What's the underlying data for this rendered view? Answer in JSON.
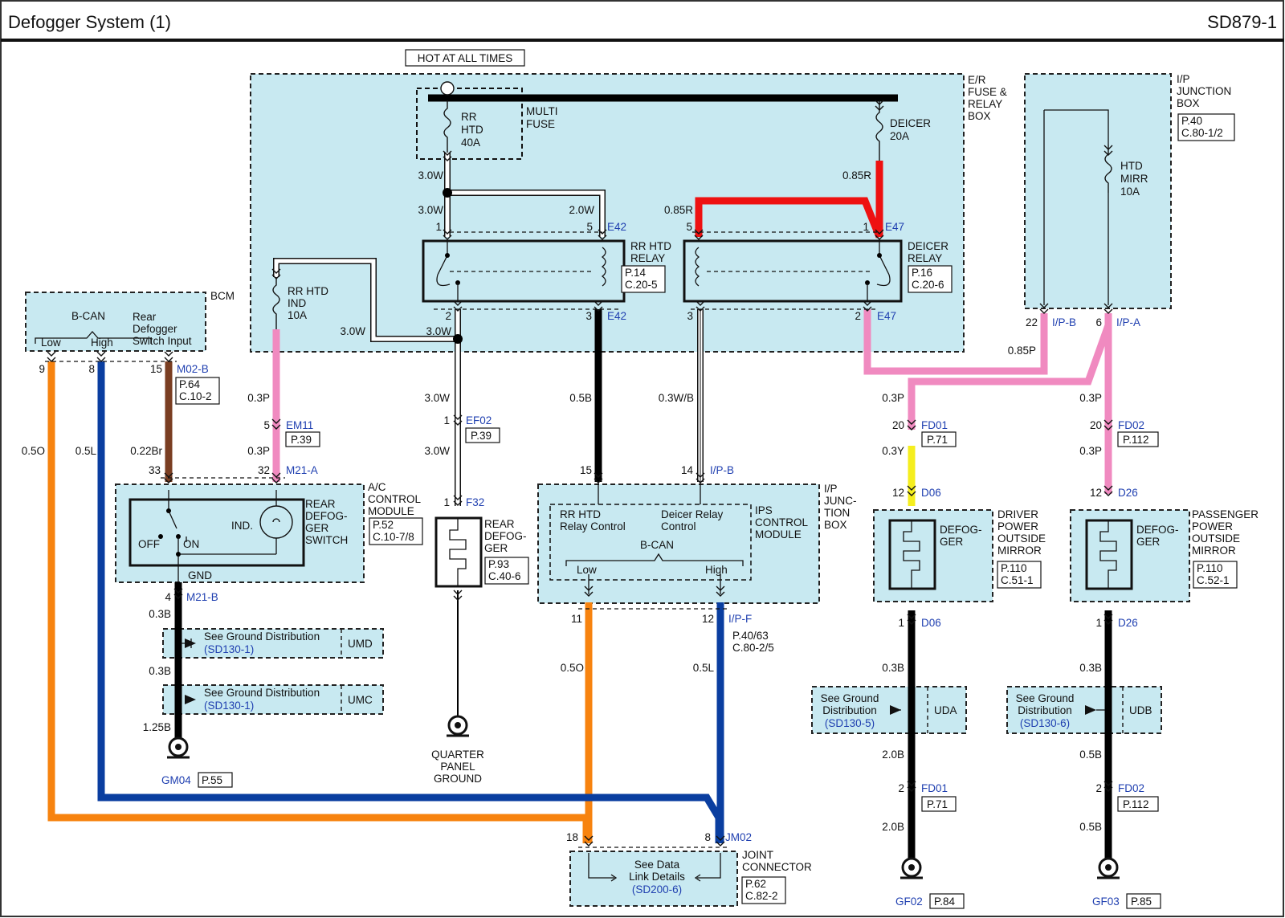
{
  "header": {
    "title": "Defogger System (1)",
    "code": "SD879-1"
  },
  "labels": {
    "hot_at_all_times": "HOT AT ALL TIMES",
    "multi_fuse": [
      "MULTI",
      "FUSE"
    ],
    "rr_htd_fuse": [
      "RR",
      "HTD",
      "40A"
    ],
    "er_box": [
      "E/R",
      "FUSE &",
      "RELAY",
      "BOX"
    ],
    "deicer_fuse": [
      "DEICER",
      "20A"
    ],
    "ip_junction_box": [
      "I/P",
      "JUNCTION",
      "BOX"
    ],
    "ip_junction_ref": [
      "P.40",
      "C.80-1/2"
    ],
    "htd_mirr_fuse": [
      "HTD",
      "MIRR",
      "10A"
    ],
    "rr_htd_relay": [
      "RR HTD",
      "RELAY"
    ],
    "rr_htd_relay_ref": [
      "P.14",
      "C.20-5"
    ],
    "deicer_relay": [
      "DEICER",
      "RELAY"
    ],
    "deicer_relay_ref": [
      "P.16",
      "C.20-6"
    ],
    "rr_htd_ind_fuse": [
      "RR HTD",
      "IND",
      "10A"
    ],
    "bcm": "BCM",
    "b_can": "B-CAN",
    "low": "Low",
    "high": "High",
    "rear_defogger_switch_input": [
      "Rear",
      "Defogger",
      "Switch Input"
    ],
    "ac_control_module": [
      "A/C",
      "CONTROL",
      "MODULE"
    ],
    "ac_ref": [
      "P.52",
      "C.10-7/8"
    ],
    "rear_defog_switch": [
      "REAR",
      "DEFOG-",
      "GER",
      "SWITCH"
    ],
    "ind": "IND.",
    "off": "OFF",
    "on": "ON",
    "gnd": "GND",
    "rear_defogger": [
      "REAR",
      "DEFOG-",
      "GER"
    ],
    "rear_defogger_ref": [
      "P.93",
      "C.40-6"
    ],
    "quarter_panel_ground": [
      "QUARTER",
      "PANEL",
      "GROUND"
    ],
    "rr_htd_relay_control": [
      "RR HTD",
      "Relay Control"
    ],
    "deicer_relay_control": [
      "Deicer Relay",
      "Control"
    ],
    "ips_control_module": [
      "IPS",
      "CONTROL",
      "MODULE"
    ],
    "ip_junc_box2": [
      "I/P",
      "JUNC-",
      "TION",
      "BOX"
    ],
    "ipf_ref": [
      "P.40/63",
      "C.80-2/5"
    ],
    "defogger": [
      "DEFOG-",
      "GER"
    ],
    "driver_mirror": [
      "DRIVER",
      "POWER",
      "OUTSIDE",
      "MIRROR"
    ],
    "driver_mirror_ref": [
      "P.110",
      "C.51-1"
    ],
    "passenger_mirror": [
      "PASSENGER",
      "POWER",
      "OUTSIDE",
      "MIRROR"
    ],
    "passenger_mirror_ref": [
      "P.110",
      "C.52-1"
    ],
    "see_ground_distribution": "See Ground Distribution",
    "see_ground": "See Ground",
    "distribution": "Distribution",
    "sd130_1": "(SD130-1)",
    "sd130_5": "(SD130-5)",
    "sd130_6": "(SD130-6)",
    "umd": "UMD",
    "umc": "UMC",
    "uda": "UDA",
    "udb": "UDB",
    "see_data_link": [
      "See Data",
      "Link Details"
    ],
    "sd200_6": "(SD200-6)",
    "joint_connector": [
      "JOINT",
      "CONNECTOR"
    ],
    "joint_ref": [
      "P.62",
      "C.82-2"
    ]
  },
  "connectors": {
    "e42": "E42",
    "e47": "E47",
    "m02b": "M02-B",
    "m02b_ref": [
      "P.64",
      "C.10-2"
    ],
    "em11": "EM11",
    "em11_ref": "P.39",
    "m21a": "M21-A",
    "m21b": "M21-B",
    "ef02": "EF02",
    "ef02_ref": "P.39",
    "f32": "F32",
    "ipb": "I/P-B",
    "ipa": "I/P-A",
    "ipf": "I/P-F",
    "fd01": "FD01",
    "fd01_ref": "P.71",
    "fd02": "FD02",
    "fd02_ref": "P.112",
    "d06": "D06",
    "d26": "D26",
    "jm02": "JM02",
    "gm04": "GM04",
    "gm04_ref": "P.55",
    "gf02": "GF02",
    "gf02_ref": "P.84",
    "gf03": "GF03",
    "gf03_ref": "P.85"
  },
  "wires": {
    "w30_a": "3.0W",
    "w30_b": "3.0W",
    "w20": "2.0W",
    "w30_c": "3.0W",
    "w30_d": "3.0W",
    "w30_e": "3.0W",
    "w30_f": "3.0W",
    "r085_a": "0.85R",
    "r085_b": "0.85R",
    "b05": "0.5B",
    "wb03": "0.3W/B",
    "p03_a": "0.3P",
    "p03_b": "0.3P",
    "p085": "0.85P",
    "p03_c": "0.3P",
    "y03": "0.3Y",
    "p03_d": "0.3P",
    "p03_e": "0.3P",
    "o05_a": "0.5O",
    "l05_a": "0.5L",
    "br022": "0.22Br",
    "b03_a": "0.3B",
    "b03_b": "0.3B",
    "b125": "1.25B",
    "o05_b": "0.5O",
    "l05_b": "0.5L",
    "b03_c": "0.3B",
    "b20_a": "2.0B",
    "b20_b": "2.0B",
    "b03_d": "0.3B",
    "b05_b": "0.5B",
    "b05_c": "0.5B"
  },
  "pins": {
    "p1": "1",
    "p5": "5",
    "p5b": "5",
    "p1b": "1",
    "p2": "2",
    "p3": "3",
    "p3b": "3",
    "p2b": "2",
    "p9": "9",
    "p8": "8",
    "p15": "15",
    "p5c": "5",
    "p33": "33",
    "p32": "32",
    "p4": "4",
    "p1c": "1",
    "p1d": "1",
    "p15b": "15",
    "p14": "14",
    "p11": "11",
    "p12": "12",
    "p22": "22",
    "p6": "6",
    "p20": "20",
    "p20b": "20",
    "p12b": "12",
    "p12c": "12",
    "p1e": "1",
    "p1f": "1",
    "p2c": "2",
    "p2d": "2",
    "p18": "18",
    "p8b": "8"
  },
  "colors": {
    "white_wire": "#ffffff",
    "red_wire": "#ee1111",
    "black_wire": "#000000",
    "pink_wire": "#f08ac0",
    "yellow_wire": "#f5ee1e",
    "orange_wire": "#f7830f",
    "blue_wire": "#0a3ea0",
    "brown_wire": "#7a3e22",
    "zone_fill": "#c8e9f1",
    "connector_label": "#1f3fb0"
  }
}
